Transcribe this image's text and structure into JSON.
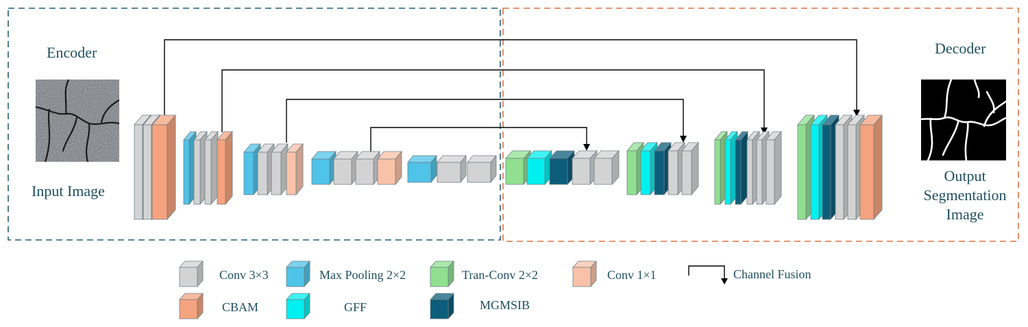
{
  "labels": {
    "encoder": "Encoder",
    "decoder": "Decoder",
    "input": "Input Image",
    "output_line1": "Output",
    "output_line2": "Segmentation",
    "output_line3": "Image"
  },
  "legend": [
    {
      "key": "conv3",
      "label": "Conv 3×3"
    },
    {
      "key": "maxpool",
      "label": "Max Pooling 2×2"
    },
    {
      "key": "tranconv",
      "label": "Tran-Conv 2×2"
    },
    {
      "key": "conv1",
      "label": "Conv 1×1"
    },
    {
      "key": "fusion",
      "label": "Channel Fusion"
    },
    {
      "key": "cbam",
      "label": "CBAM"
    },
    {
      "key": "gff",
      "label": "GFF"
    },
    {
      "key": "mgmsib",
      "label": "MGMSIB"
    }
  ],
  "colors": {
    "conv3": "#d3d3d3",
    "maxpool": "#4fc3e8",
    "tranconv": "#90e090",
    "conv1": "#f9c2a8",
    "cbam": "#f5a37e",
    "gff": "#00f0f0",
    "mgmsib": "#0b5d7a",
    "encoder_border": "#1f5f78",
    "decoder_border": "#e07040"
  }
}
